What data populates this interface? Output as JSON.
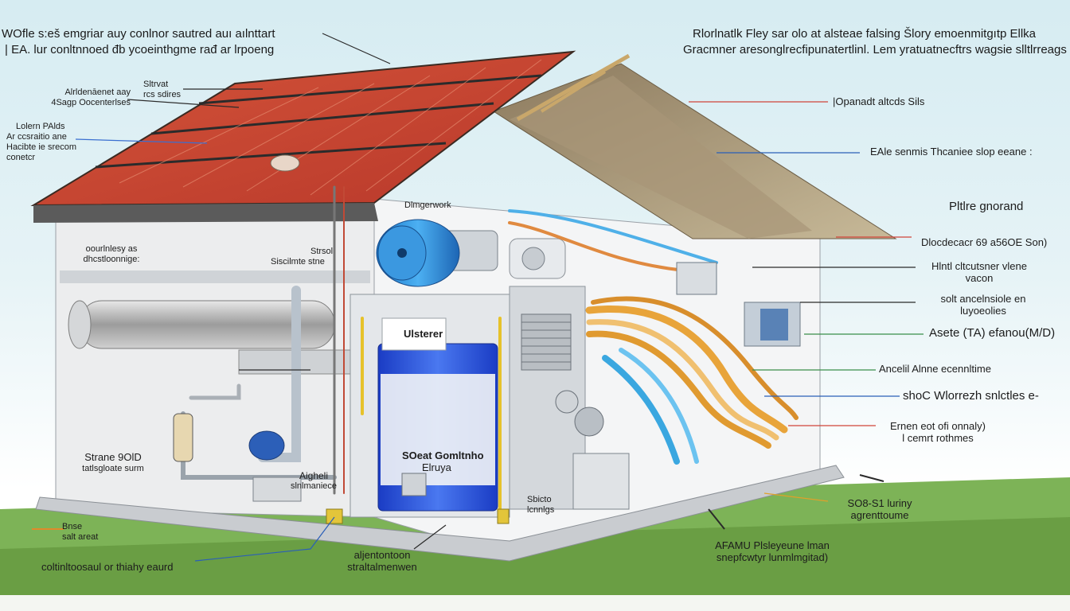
{
  "title_left": [
    "WOfle s:eš emgriar аuy conlnor sautred аuı aılnttart",
    "| EA. lur conltnnoed đb ycoeinthgme rađ ar lrpoeng"
  ],
  "title_right": [
    "Rlorlnatlk Fley sar olo at alsteae falsing Šlory emoenmitgıtp Ellka",
    "Gracmner aresonglrecfipunatertlinl. Lem yratuatnecftrs wagsie slltlrreags"
  ],
  "labels": {
    "l_solar_box": [
      "Alrldenāenet aay",
      "4Sagp Oocenterlses"
    ],
    "l_solar_dot": [
      "Sltrvat",
      "rcs sdires"
    ],
    "l_panel": [
      "Lolern PAlds",
      "Ar ccsraitio ane",
      "Hacibte ie srecom",
      "conetcr"
    ],
    "l_house_top": [
      "oourlnlesy as",
      "dhcstloonnige:"
    ],
    "l_strsol": [
      "Strsol",
      "Siscilmte stne"
    ],
    "l_dlmgerwork": "Dlmgerwork",
    "l_tank_top": "Ulsterer",
    "l_tank_mid": [
      "SOeat Gomltnho",
      "Elruya"
    ],
    "l_ctl_blk": [
      "Sbicto",
      "lcnnlgs"
    ],
    "l_ghnell": [
      "Aigheli",
      "slnlmaniece"
    ],
    "l_strane": [
      "Strane 9OlD",
      "tatlsgloate surm"
    ],
    "l_bnse": [
      "Bnse",
      "salt areat"
    ],
    "l_bottom_left": "coltinltoosaul or thiahy eaurd",
    "l_bottom_mid": [
      "aljentontoon",
      "straltalmenwen"
    ],
    "r_oparat": "|Opanadt altcds Sils",
    "r_eale": "EAle senmis Thcaniee slop eeane :",
    "r_pline": "Pltlre gnorand",
    "r_dloc": "Dlocdecacr 69 a56OE Son)",
    "r_hlntl": [
      "Hlntl cltcutsner vlene",
      "vacon"
    ],
    "r_slt": [
      "solt ancelnsiole en",
      "luyoeolies"
    ],
    "r_asete": "Asete (TA) efanou(M/D)",
    "r_ancelil": "Ancelil Alnne ecennltime",
    "r_shoc": "shoC Wlorrezh snlctles e-",
    "r_ernen": [
      "Ernen eot ofi onnaly)",
      "l cemrt rothmes"
    ],
    "r_sos": [
      "SO8-S1 luriny",
      "agrenttoume"
    ],
    "r_afamu": [
      "AFAMU Plsleyeune lman",
      "snepfcwtyr lunmlmgitad)"
    ]
  },
  "colors": {
    "roof": "#c94a32",
    "roof_line": "#2b2b2b",
    "wall": "#e9ecef",
    "tank_blue": "#1f4fd1",
    "pipe_orange": "#e8a43a",
    "pipe_blue": "#3aa7e0",
    "grass": "#6fa24a"
  }
}
